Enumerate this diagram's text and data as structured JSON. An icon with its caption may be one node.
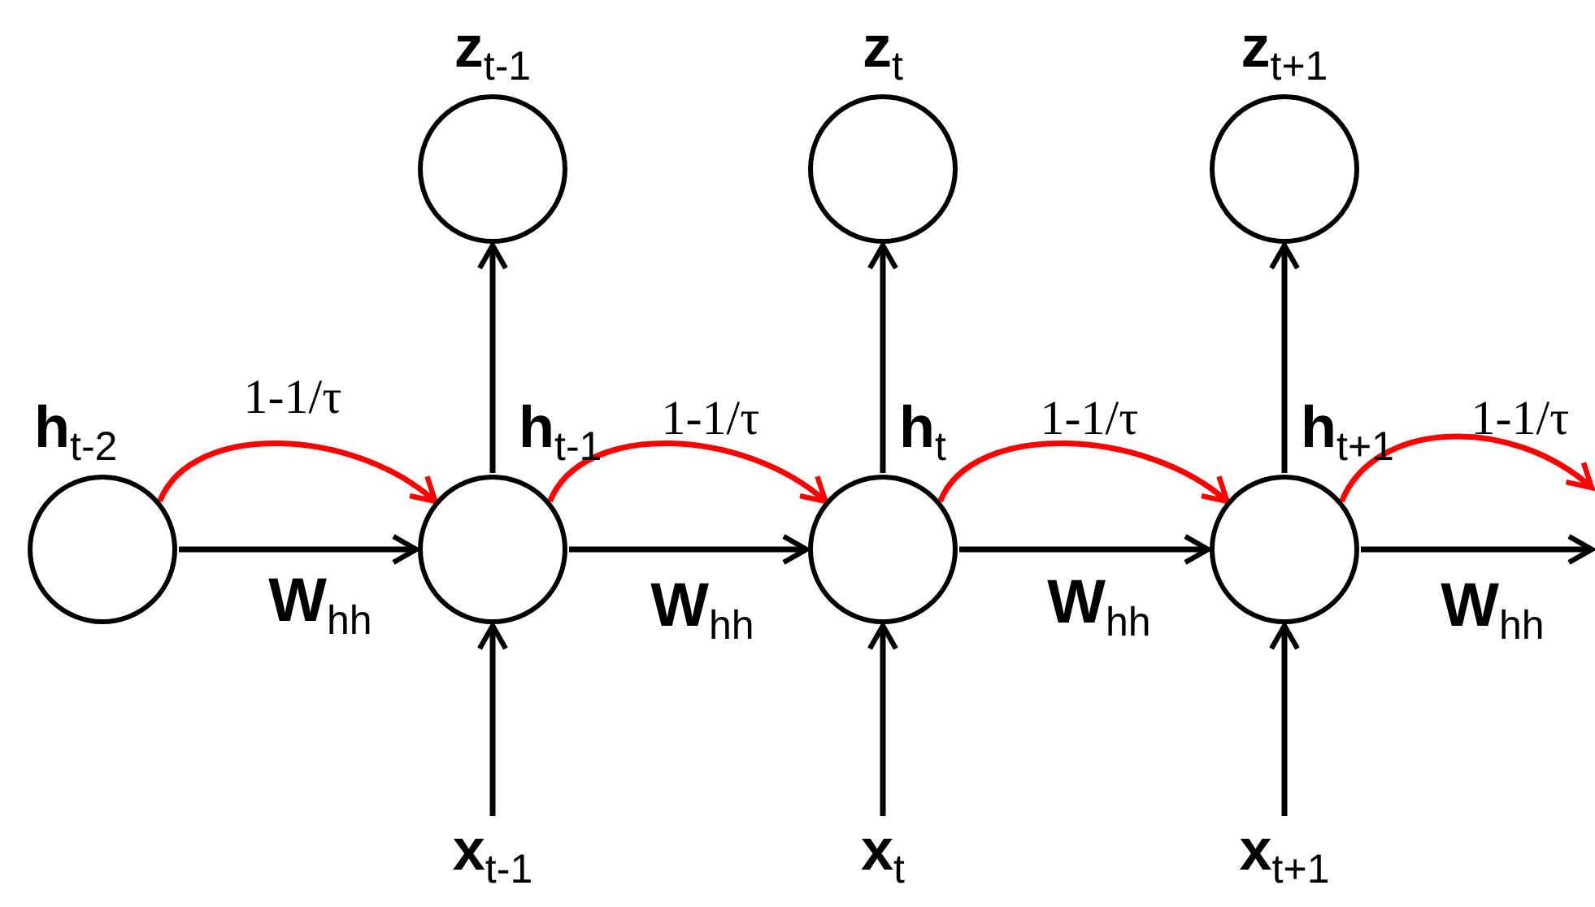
{
  "diagram": {
    "nodes": [
      {
        "text": [
          "**h**$_{t-2}$"
        ]
      },
      {
        "text": [
          "**z**$_{t-1}$"
        ]
      },
      {
        "text": [
          "**h**$_{t-1}$"
        ]
      },
      {
        "text": [
          "**x**$_{t-1}$"
        ]
      },
      {
        "text": [
          "**z**$_{t}$"
        ]
      },
      {
        "text": [
          "**h**$_{t}$"
        ]
      },
      {
        "text": [
          "**x**$_{t}$"
        ]
      },
      {
        "text": [
          "**z**$_{t+1}$"
        ]
      },
      {
        "text": [
          "**h**$_{t+1}$"
        ]
      },
      {
        "text": [
          "**x**$_{t+1}$"
        ]
      }
    ],
    "edges": [
      {
        "from": 0,
        "to": 2,
        "arrow": "to",
        "label": "**W**$_{hh}$"
      },
      {
        "from": 0,
        "to": 2,
        "arrow": "to",
        "label": "1-1/τ",
        "color": "#ff0000"
      },
      {
        "from": 3,
        "to": 2,
        "arrow": "to"
      },
      {
        "from": 2,
        "to": 1,
        "arrow": "to"
      },
      {
        "from": 2,
        "to": 5,
        "arrow": "to",
        "label": "**W**$_{hh}$"
      },
      {
        "from": 2,
        "to": 5,
        "arrow": "to",
        "label": "1-1/τ",
        "color": "#ff0000"
      },
      {
        "from": 6,
        "to": 5,
        "arrow": "to"
      },
      {
        "from": 5,
        "to": 4,
        "arrow": "to"
      },
      {
        "from": 5,
        "to": 8,
        "arrow": "to",
        "label": "**W**$_{hh}$"
      },
      {
        "from": 5,
        "to": 8,
        "arrow": "to",
        "label": "1-1/τ",
        "color": "#ff0000"
      },
      {
        "from": 9,
        "to": 8,
        "arrow": "to"
      },
      {
        "from": 8,
        "to": 7,
        "arrow": "to"
      },
      {
        "from": 8,
        "to": null,
        "arrow": "to",
        "label": "**W**$_{hh}$"
      },
      {
        "from": 8,
        "to": null,
        "arrow": "to",
        "label": "1-1/τ",
        "color": "#ff0000"
      }
    ]
  }
}
